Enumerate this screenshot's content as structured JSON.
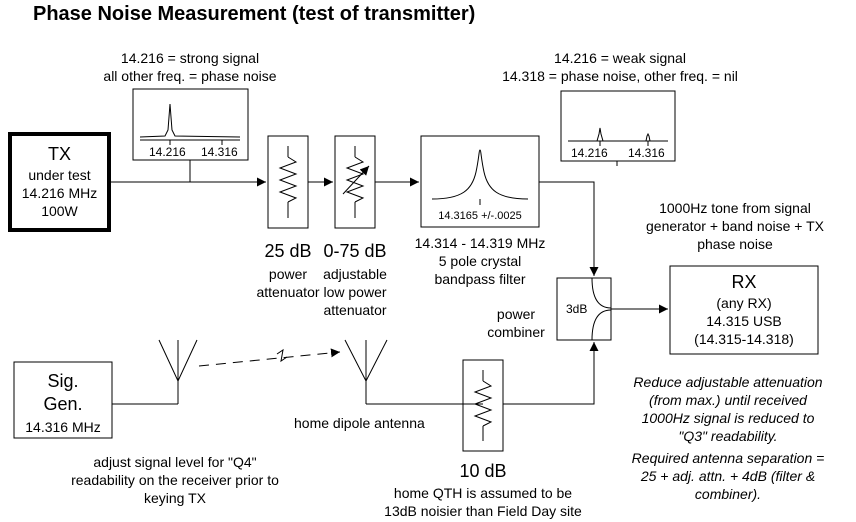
{
  "title": "Phase Noise Measurement (test of transmitter)",
  "tx": {
    "title": "TX",
    "line1": "under test",
    "line2": "14.216 MHz",
    "line3": "100W"
  },
  "spectrum1": {
    "note1": "14.216 = strong signal",
    "note2": "all other freq. = phase noise",
    "tick1": "14.216",
    "tick2": "14.316"
  },
  "spectrum2": {
    "note1": "14.216 = weak signal",
    "note2": "14.318 = phase noise, other freq. = nil",
    "tick1": "14.216",
    "tick2": "14.316"
  },
  "att1": {
    "value": "25 dB",
    "line1": "power",
    "line2": "attenuator"
  },
  "att2": {
    "value": "0-75 dB",
    "line1": "adjustable",
    "line2": "low power",
    "line3": "attenuator"
  },
  "filter": {
    "inner": "14.3165 +/-.0025",
    "range": "14.314 - 14.319 MHz",
    "line1": "5 pole crystal",
    "line2": "bandpass filter"
  },
  "combiner": {
    "inner": "3dB",
    "line1": "power",
    "line2": "combiner"
  },
  "rx_note": {
    "line1": "1000Hz tone from signal",
    "line2": "generator + band noise + TX",
    "line3": "phase noise"
  },
  "rx": {
    "title": "RX",
    "line1": "(any RX)",
    "line2": "14.315 USB",
    "line3": "(14.315-14.318)"
  },
  "siggen": {
    "line1": "Sig.",
    "line2": "Gen.",
    "line3": "14.316 MHz"
  },
  "siggen_note": {
    "line1": "adjust signal level for \"Q4\"",
    "line2": "readability on the receiver prior to",
    "line3": "keying TX"
  },
  "dipole_label": "home dipole antenna",
  "att3": {
    "value": "10 dB",
    "line1": "home QTH is assumed to be",
    "line2": "13dB noisier than Field Day site"
  },
  "instructions": {
    "line1": "Reduce adjustable attenuation",
    "line2": "(from max.) until received",
    "line3": "1000Hz signal is reduced to",
    "line4": "\"Q3\" readability.",
    "line5": "Required antenna separation =",
    "line6": "25 + adj. attn. + 4dB (filter &",
    "line7": "combiner)."
  }
}
